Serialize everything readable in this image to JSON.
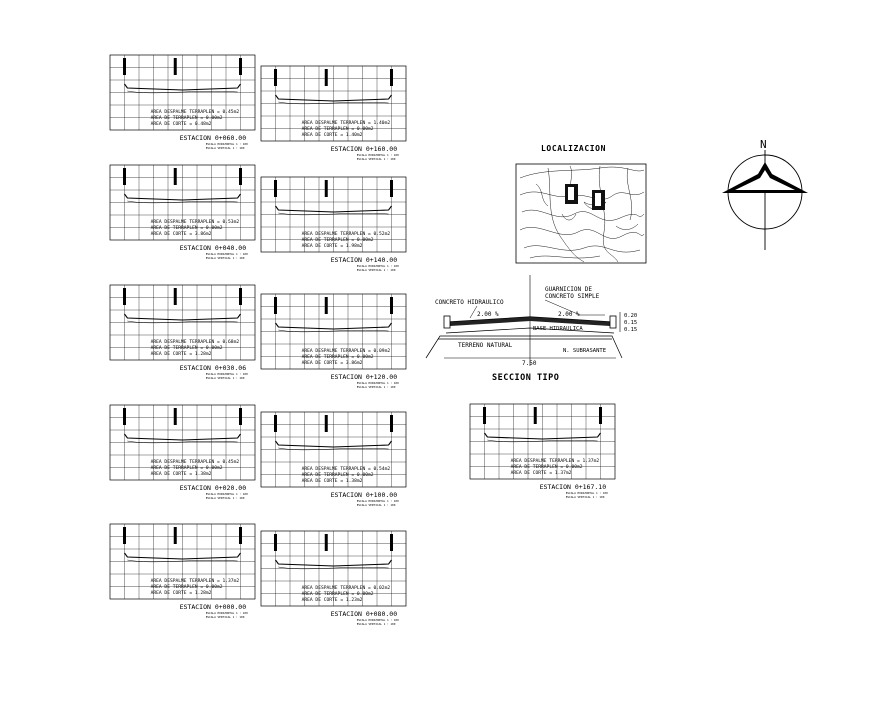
{
  "sheet": {
    "sections": [
      {
        "station": "ESTACION 0+060.00",
        "areas": [
          "AREA DESPALME TERRAPLEN = 0.45m2",
          "AREA DE TERRAPLEN = 0.00m2",
          "AREA DE CORTE = 0.48m2"
        ],
        "scales": [
          "ESCALA HORIZONTAL 1 : 100",
          "ESCALA VERTICAL 1 : 100"
        ]
      },
      {
        "station": "ESTACION 0+160.00",
        "areas": [
          "AREA DESPALME TERRAPLEN = 1.40m2",
          "AREA DE TERRAPLEN = 0.00m2",
          "AREA DE CORTE = 1.40m2"
        ],
        "scales": [
          "ESCALA HORIZONTAL 1 : 100",
          "ESCALA VERTICAL 1 : 100"
        ]
      },
      {
        "station": "ESTACION 0+040.00",
        "areas": [
          "AREA DESPALME TERRAPLEN = 0.53m2",
          "AREA DE TERRAPLEN = 0.00m2",
          "AREA DE CORTE = 3.86m2"
        ],
        "scales": [
          "ESCALA HORIZONTAL 1 : 100",
          "ESCALA VERTICAL 1 : 100"
        ]
      },
      {
        "station": "ESTACION 0+140.00",
        "areas": [
          "AREA DESPALME TERRAPLEN = 0.52m2",
          "AREA DE TERRAPLEN = 0.00m2",
          "AREA DE CORTE = 1.98m2"
        ],
        "scales": [
          "ESCALA HORIZONTAL 1 : 100",
          "ESCALA VERTICAL 1 : 100"
        ]
      },
      {
        "station": "ESTACION 0+030.06",
        "areas": [
          "AREA DESPALME TERRAPLEN = 0.68m2",
          "AREA DE TERRAPLEN = 0.00m2",
          "AREA DE CORTE = 1.28m2"
        ],
        "scales": [
          "ESCALA HORIZONTAL 1 : 100",
          "ESCALA VERTICAL 1 : 100"
        ]
      },
      {
        "station": "ESTACION 0+120.00",
        "areas": [
          "AREA DESPALME TERRAPLEN = 0.09m2",
          "AREA DE TERRAPLEN = 0.00m2",
          "AREA DE CORTE = 3.86m2"
        ],
        "scales": [
          "ESCALA HORIZONTAL 1 : 100",
          "ESCALA VERTICAL 1 : 100"
        ]
      },
      {
        "station": "ESTACION 0+020.00",
        "areas": [
          "AREA DESPALME TERRAPLEN = 0.45m2",
          "AREA DE TERRAPLEN = 0.00m2",
          "AREA DE CORTE = 1.38m2"
        ],
        "scales": [
          "ESCALA HORIZONTAL 1 : 100",
          "ESCALA VERTICAL 1 : 100"
        ]
      },
      {
        "station": "ESTACION 0+100.00",
        "areas": [
          "AREA DESPALME TERRAPLEN = 0.54m2",
          "AREA DE TERRAPLEN = 0.00m2",
          "AREA DE CORTE = 1.38m2"
        ],
        "scales": [
          "ESCALA HORIZONTAL 1 : 100",
          "ESCALA VERTICAL 1 : 100"
        ]
      },
      {
        "station": "ESTACION 0+000.00",
        "areas": [
          "AREA DESPALME TERRAPLEN = 1.37m2",
          "AREA DE TERRAPLEN = 0.00m2",
          "AREA DE CORTE = 1.28m2"
        ],
        "scales": [
          "ESCALA HORIZONTAL 1 : 100",
          "ESCALA VERTICAL 1 : 100"
        ]
      },
      {
        "station": "ESTACION 0+080.00",
        "areas": [
          "AREA DESPALME TERRAPLEN = 0.02m2",
          "AREA DE TERRAPLEN = 0.00m2",
          "AREA DE CORTE = 1.23m2"
        ],
        "scales": [
          "ESCALA HORIZONTAL 1 : 100",
          "ESCALA VERTICAL 1 : 100"
        ]
      },
      {
        "station": "ESTACION 0+167.10",
        "areas": [
          "AREA DESPALME TERRAPLEN = 1.37m2",
          "AREA DE TERRAPLEN = 0.00m2",
          "AREA DE CORTE = 1.37m2"
        ],
        "scales": [
          "ESCALA HORIZONTAL 1 : 100",
          "ESCALA VERTICAL 1 : 100"
        ]
      }
    ],
    "localizacion": {
      "title": "LOCALIZACION"
    },
    "north": {
      "label": "N",
      "icon": "north-arrow-icon"
    },
    "seccion_tipo": {
      "title": "SECCION TIPO",
      "concreto": "CONCRETO HIDRAULICO",
      "guarnicion_1": "GUARNICION DE",
      "guarnicion_2": "CONCRETO SIMPLE",
      "slope_left": "2.00 %",
      "slope_right": "2.00 %",
      "base": "BASE HIDRAULICA",
      "terreno": "TERRENO NATURAL",
      "subrasante": "N. SUBRASANTE",
      "width": "7.50",
      "dim_1": "0.20",
      "dim_2": "0.15",
      "dim_3": "0.15"
    }
  }
}
